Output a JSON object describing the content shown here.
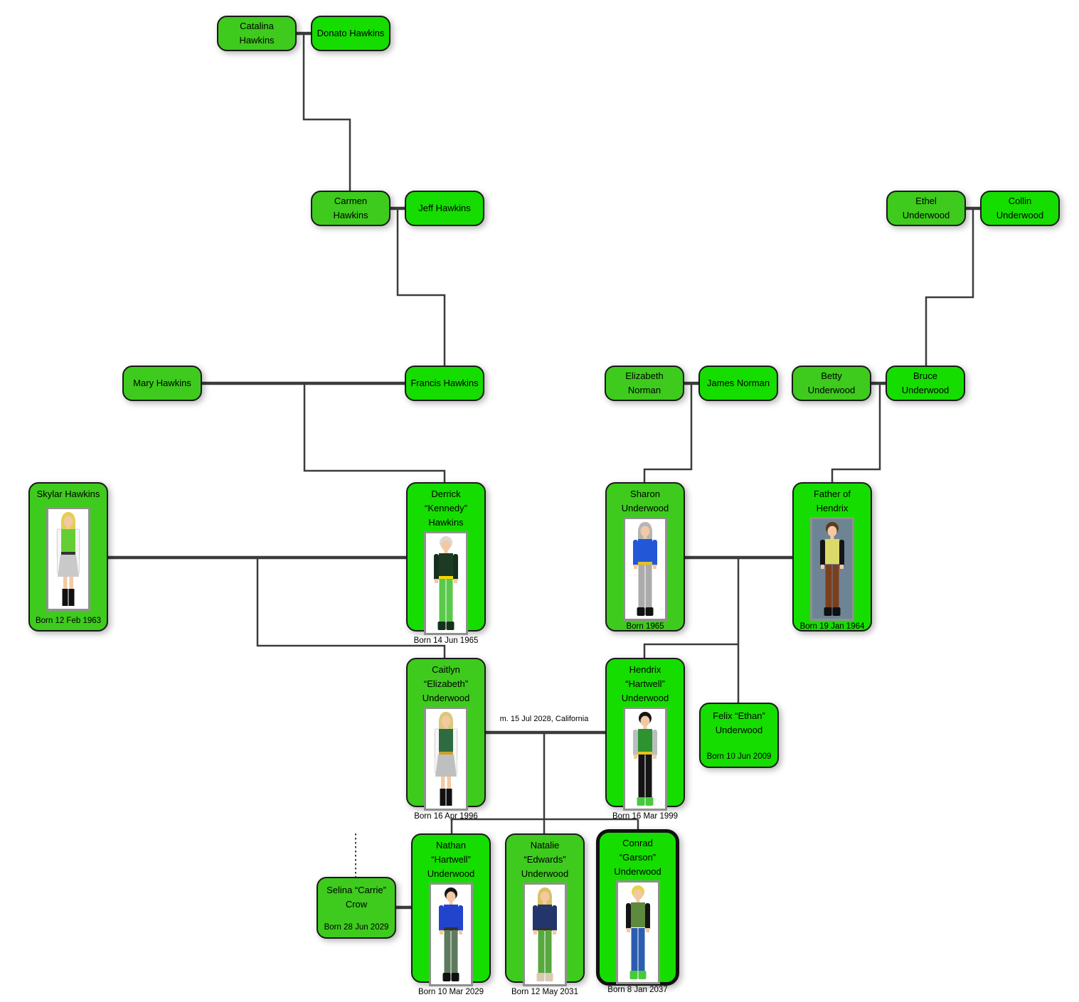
{
  "theme": {
    "background": "#ffffff",
    "line_color": "#3c3c3c",
    "box_border": "#1a1a1a",
    "male_fill": "#16dd00",
    "female_fill": "#3ecb1d",
    "highlight_border": "#111111",
    "portrait_frame": "#909090"
  },
  "marriage": {
    "label": "m. 15 Jul 2028, California"
  },
  "people": {
    "catalina": {
      "name_lines": [
        "Catalina",
        "Hawkins"
      ],
      "fill": "female"
    },
    "donato": {
      "name_lines": [
        "Donato Hawkins"
      ],
      "fill": "male"
    },
    "carmen": {
      "name_lines": [
        "Carmen",
        "Hawkins"
      ],
      "fill": "female"
    },
    "jeff": {
      "name_lines": [
        "Jeff Hawkins"
      ],
      "fill": "male"
    },
    "ethel": {
      "name_lines": [
        "Ethel",
        "Underwood"
      ],
      "fill": "female"
    },
    "collin": {
      "name_lines": [
        "Collin",
        "Underwood"
      ],
      "fill": "male"
    },
    "mary": {
      "name_lines": [
        "Mary Hawkins"
      ],
      "fill": "female"
    },
    "francis": {
      "name_lines": [
        "Francis Hawkins"
      ],
      "fill": "male"
    },
    "elizabeth": {
      "name_lines": [
        "Elizabeth",
        "Norman"
      ],
      "fill": "female"
    },
    "james": {
      "name_lines": [
        "James Norman"
      ],
      "fill": "male"
    },
    "betty": {
      "name_lines": [
        "Betty",
        "Underwood"
      ],
      "fill": "female"
    },
    "bruce": {
      "name_lines": [
        "Bruce",
        "Underwood"
      ],
      "fill": "male"
    },
    "skylar": {
      "name_lines": [
        "Skylar Hawkins"
      ],
      "born": "Born 12 Feb 1963",
      "fill": "female",
      "figure": {
        "bg": "#ffffff",
        "hair": "#e3cf52",
        "skin": "#f2c9a2",
        "coat": "#f6f6f6",
        "sleeves": "#f2f2f2",
        "top": "#64cf35",
        "belt": "#333333",
        "skirt": true,
        "bottom": "#c9c9c9",
        "shoes": "#101010",
        "long_hair": true
      }
    },
    "derrick": {
      "name_lines": [
        "Derrick",
        "“Kennedy”",
        "Hawkins"
      ],
      "born": "Born 14 Jun 1965",
      "fill": "male",
      "figure": {
        "bg": "#ffffff",
        "hair": "#d9d9d9",
        "skin": "#f2c9a2",
        "sleeves": "#15301d",
        "top": "#1c3a24",
        "belt": "#f5d800",
        "skirt": false,
        "bottom": "#58c94a",
        "shoes": "#15301d"
      }
    },
    "sharon": {
      "name_lines": [
        "Sharon",
        "Underwood"
      ],
      "born": "Born 1965",
      "fill": "female",
      "figure": {
        "bg": "#ffffff",
        "hair": "#b5b5b5",
        "skin": "#f2c9a2",
        "sleeves": "#2257d8",
        "top": "#2257d8",
        "belt": "#e5c21f",
        "skirt": false,
        "bottom": "#ababab",
        "shoes": "#101010",
        "long_hair": true
      }
    },
    "father_of_hendrix": {
      "name_lines": [
        "Father of",
        "Hendrix"
      ],
      "born": "Born 19 Jan 1964",
      "fill": "male",
      "figure": {
        "bg": "#6d8495",
        "hair": "#5d3b1e",
        "skin": "#f2c9a2",
        "sleeves": "#141414",
        "top": "#dcd96b",
        "skirt": false,
        "bottom": "#7c3f1d",
        "shoes": "#101010"
      }
    },
    "caitlyn": {
      "name_lines": [
        "Caitlyn",
        "“Elizabeth”",
        "Underwood"
      ],
      "born": "Born 16 Apr 1996",
      "fill": "female",
      "figure": {
        "bg": "#ffffff",
        "hair": "#d9c979",
        "skin": "#f2c9a2",
        "coat": "#f6f6f6",
        "sleeves": "#f2f2f2",
        "top": "#2e6b40",
        "belt": "#c9a227",
        "skirt": true,
        "bottom": "#bfbfbf",
        "shoes": "#101010",
        "long_hair": true
      }
    },
    "hendrix": {
      "name_lines": [
        "Hendrix",
        "“Hartwell”",
        "Underwood"
      ],
      "born": "Born 16 Mar 1999",
      "fill": "male",
      "figure": {
        "bg": "#ffffff",
        "hair": "#141414",
        "skin": "#f2c9a2",
        "sleeves": "#b7bfbf",
        "top": "#2f9230",
        "belt": "#e5c21f",
        "skirt": false,
        "bottom": "#141414",
        "shoes": "#49c93c"
      }
    },
    "felix": {
      "name_lines": [
        "Felix “Ethan”",
        "Underwood"
      ],
      "born": "Born 10 Jun 2009",
      "fill": "male"
    },
    "nathan": {
      "name_lines": [
        "Nathan",
        "“Hartwell”",
        "Underwood"
      ],
      "born": "Born 10 Mar 2029",
      "fill": "male",
      "figure": {
        "bg": "#ffffff",
        "hair": "#141414",
        "skin": "#f2c9a2",
        "sleeves": "#2244cc",
        "top": "#2244cc",
        "belt": "#333333",
        "skirt": false,
        "bottom": "#5d7a5d",
        "shoes": "#101010"
      }
    },
    "natalie": {
      "name_lines": [
        "Natalie",
        "“Edwards”",
        "Underwood"
      ],
      "born": "Born 12 May 2031",
      "fill": "female",
      "figure": {
        "bg": "#ffffff",
        "hair": "#d9c260",
        "skin": "#f2c9a2",
        "sleeves": "#23356b",
        "top": "#23356b",
        "belt": "#333333",
        "skirt": false,
        "bottom": "#57a93f",
        "shoes": "#d9c9b5",
        "long_hair": true
      }
    },
    "conrad": {
      "name_lines": [
        "Conrad",
        "“Garson”",
        "Underwood"
      ],
      "born": "Born 8 Jan 2037",
      "fill": "male",
      "highlighted": true,
      "figure": {
        "bg": "#ffffff",
        "hair": "#e8d44f",
        "skin": "#f2c9a2",
        "sleeves": "#141414",
        "top": "#5d8a3c",
        "skirt": false,
        "bottom": "#2a5cb0",
        "shoes": "#49c93c"
      }
    },
    "selina": {
      "name_lines": [
        "Selina “Carrie”",
        "Crow"
      ],
      "born": "Born 28 Jun 2029",
      "fill": "female"
    }
  }
}
